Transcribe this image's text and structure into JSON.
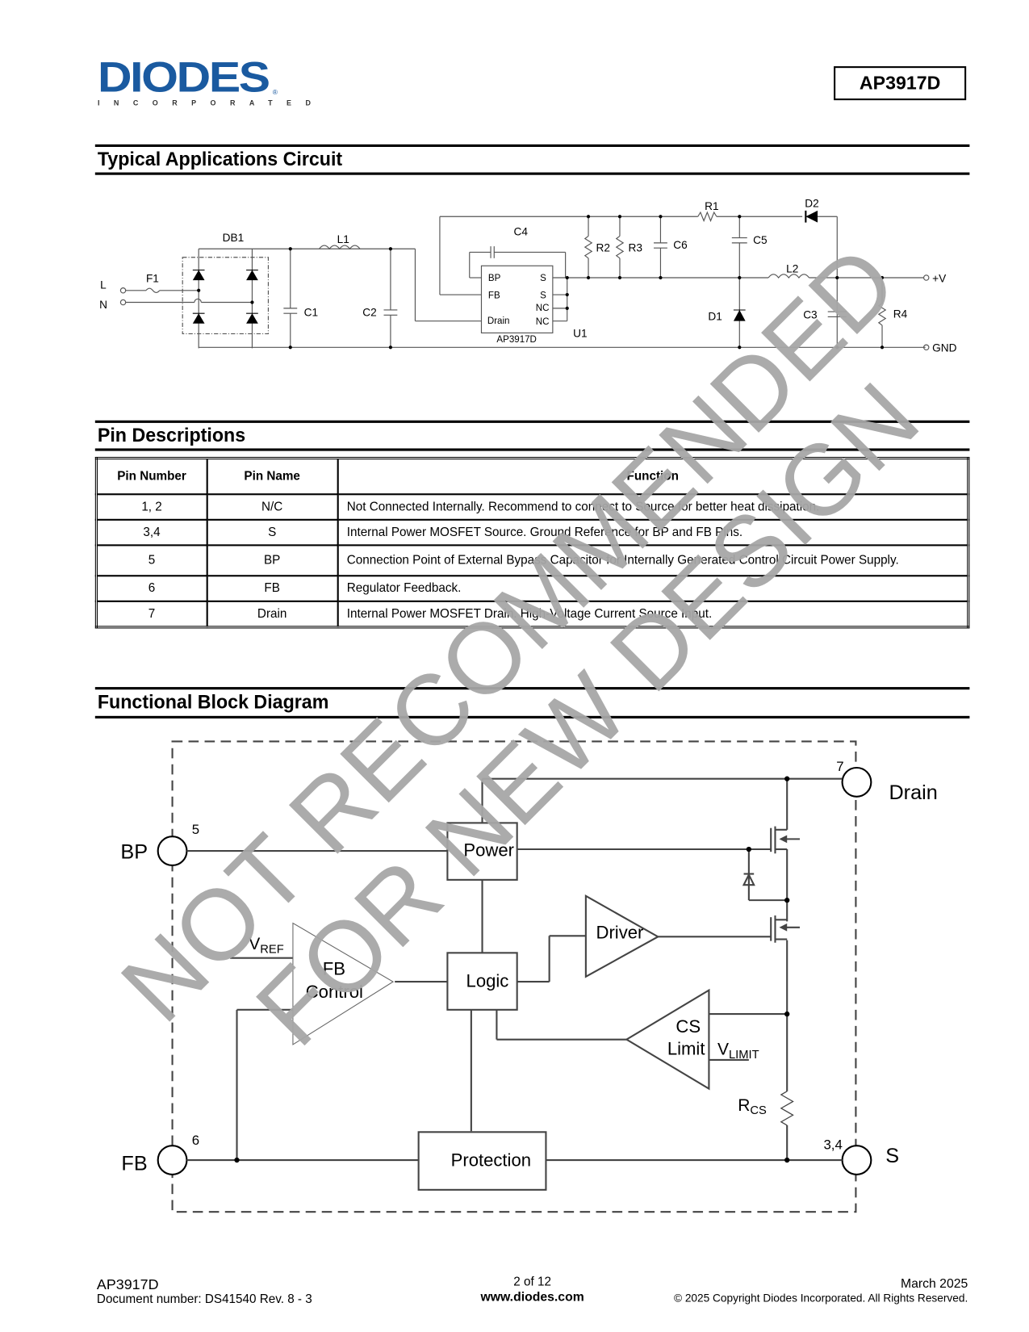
{
  "header": {
    "logo_text": "DIODES",
    "logo_subtext": "INCORPORATED",
    "logo_registered": "®",
    "part_number": "AP3917D"
  },
  "sections": {
    "typical_app": "Typical Applications Circuit",
    "pin_desc": "Pin Descriptions",
    "block_diagram": "Functional Block Diagram"
  },
  "app_circuit": {
    "labels": {
      "L": "L",
      "N": "N",
      "F1": "F1",
      "DB1": "DB1",
      "L1": "L1",
      "C1": "C1",
      "C2": "C2",
      "C4": "C4",
      "R1": "R1",
      "D2": "D2",
      "R2": "R2",
      "R3": "R3",
      "C6": "C6",
      "C5": "C5",
      "L2": "L2",
      "D1": "D1",
      "C3": "C3",
      "R4": "R4",
      "U1": "U1",
      "out_pos": "+V",
      "out_gnd": "GND"
    },
    "ic": {
      "name": "AP3917D",
      "pins_left": [
        "BP",
        "FB",
        "Drain"
      ],
      "pins_right": [
        "S",
        "S",
        "NC",
        "NC"
      ]
    }
  },
  "pin_table": {
    "headers": [
      "Pin Number",
      "Pin Name",
      "Function"
    ],
    "rows": [
      {
        "number": "1, 2",
        "name": "N/C",
        "function": "Not Connected Internally. Recommend to connect to Source for better heat dissipation."
      },
      {
        "number": "3,4",
        "name": "S",
        "function": "Internal Power MOSFET Source. Ground Reference for BP and FB Pins."
      },
      {
        "number": "5",
        "name": "BP",
        "function": "Connection Point of External Bypass Capacitor for Internally Generated Control Circuit Power Supply."
      },
      {
        "number": "6",
        "name": "FB",
        "function": "Regulator Feedback."
      },
      {
        "number": "7",
        "name": "Drain",
        "function": "Internal Power MOSFET Drain. High-Voltage Current Source Input."
      }
    ]
  },
  "block_diagram": {
    "pins": {
      "bp": {
        "label": "BP",
        "number": "5"
      },
      "fb": {
        "label": "FB",
        "number": "6"
      },
      "drain": {
        "label": "Drain",
        "number": "7"
      },
      "s": {
        "label": "S",
        "number": "3,4"
      }
    },
    "blocks": {
      "power": "Power",
      "logic": "Logic",
      "protection": "Protection",
      "driver": "Driver",
      "fb_control_1": "FB",
      "fb_control_2": "Control",
      "cs_limit_1": "CS",
      "cs_limit_2": "Limit"
    },
    "signals": {
      "vref_main": "V",
      "vref_sub": "REF",
      "vlimit_main": "V",
      "vlimit_sub": "LIMIT",
      "rcs_main": "R",
      "rcs_sub": "CS"
    }
  },
  "watermark": {
    "line1": "NOT RECOMMENDED",
    "line2": "FOR NEW DESIGN",
    "color": "#a6a6a6"
  },
  "footer": {
    "part": "AP3917D",
    "doc_number": "Document number: DS41540 Rev. 8 - 3",
    "page": "2 of 12",
    "website": "www.diodes.com",
    "date": "March 2025",
    "copyright": "© 2025 Copyright Diodes Incorporated. All Rights Reserved."
  },
  "colors": {
    "brand_blue": "#1a5aa0",
    "schematic_line": "#444444",
    "watermark_gray": "#a6a6a6"
  }
}
